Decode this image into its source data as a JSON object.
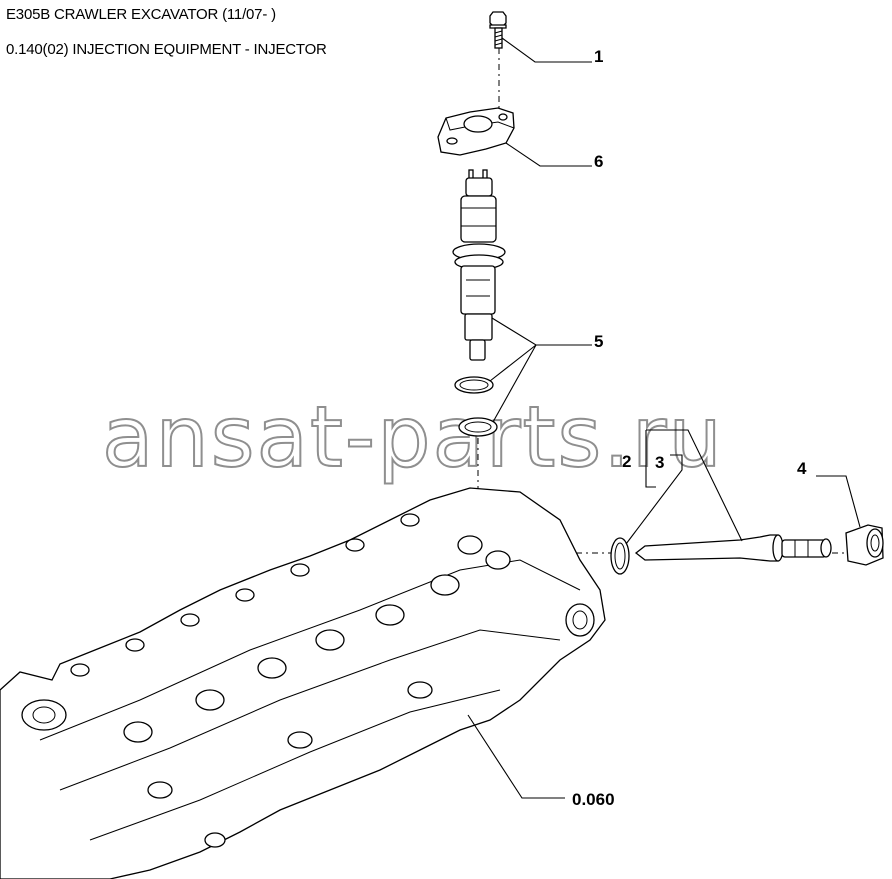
{
  "header": {
    "title": "E305B CRAWLER EXCAVATOR (11/07- )",
    "subtitle": "0.140(02) INJECTION EQUIPMENT - INJECTOR"
  },
  "watermark": "ansat-parts.ru",
  "callouts": {
    "c1": "1",
    "c2": "2",
    "c3": "3",
    "c4": "4",
    "c5": "5",
    "c6": "6",
    "ref": "0.060"
  }
}
